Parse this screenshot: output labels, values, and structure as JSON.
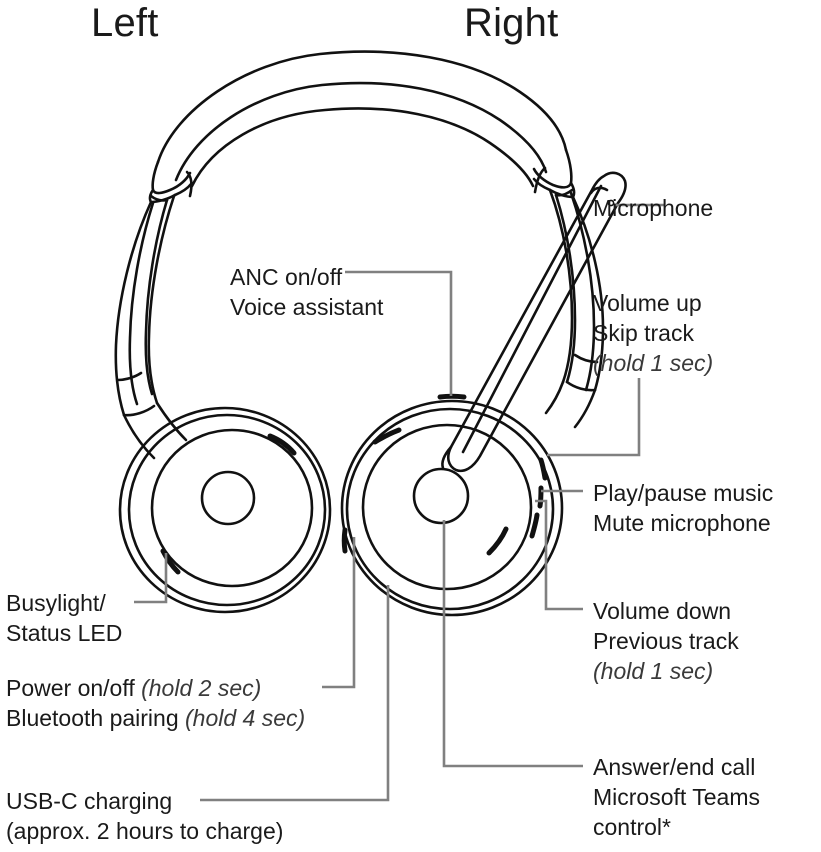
{
  "titles": {
    "left": "Left",
    "right": "Right"
  },
  "callouts": {
    "microphone": {
      "lines": [
        "Microphone"
      ]
    },
    "volume_up": {
      "line1": "Volume up",
      "line2": "Skip track",
      "line3": "(hold 1 sec)"
    },
    "play_pause": {
      "line1": "Play/pause music",
      "line2": "Mute microphone"
    },
    "volume_down": {
      "line1": "Volume down",
      "line2": "Previous track",
      "line3": "(hold 1 sec)"
    },
    "answer_end": {
      "line1": "Answer/end call",
      "line2": "Microsoft Teams",
      "line3": "control*"
    },
    "anc": {
      "line1": "ANC on/off",
      "line2": "Voice assistant"
    },
    "busylight": {
      "line1": "Busylight/",
      "line2": "Status LED"
    },
    "power": {
      "line1_main": "Power on/off ",
      "line1_italic": "(hold 2 sec)",
      "line2_main": "Bluetooth pairing ",
      "line2_italic": "(hold 4 sec)"
    },
    "usb_c": {
      "line1": "USB-C charging",
      "line2": "(approx. 2 hours to charge)"
    }
  },
  "colors": {
    "ink": "#1a1a1a",
    "leader": "#808080",
    "background": "#ffffff"
  },
  "device": {
    "parts": [
      "headband",
      "left-hinge",
      "right-hinge",
      "left-slider-arm",
      "right-slider-arm",
      "left-earcup",
      "right-earcup",
      "boom-microphone"
    ]
  }
}
